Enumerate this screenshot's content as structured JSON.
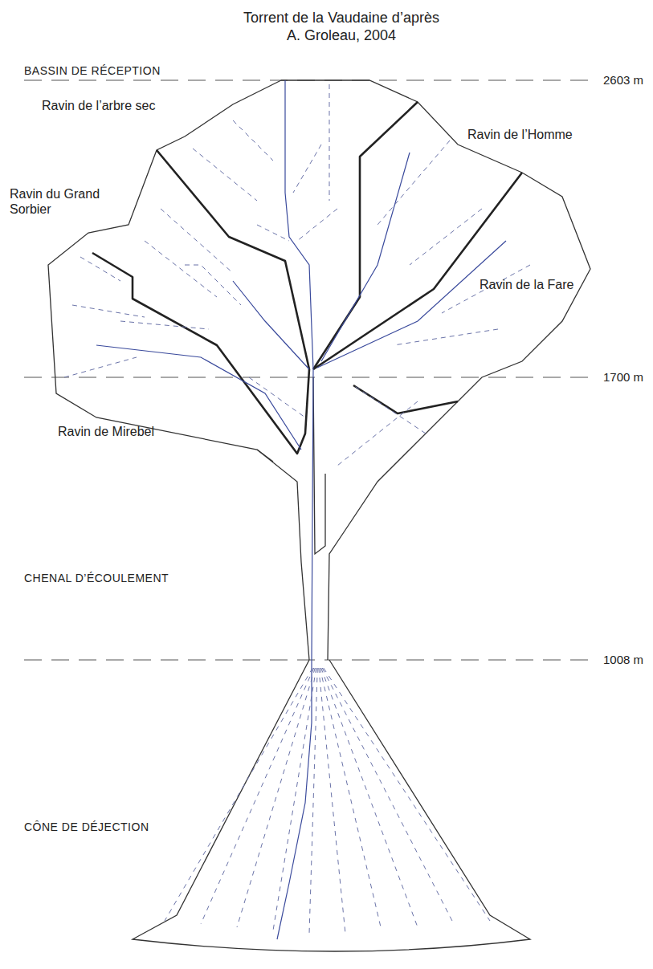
{
  "diagram": {
    "title": "Torrent de la Vaudaine d’après A. Groleau, 2004",
    "labels": [
      "BASSIN DE RÉCEPTION",
      "2603 m",
      "Ravin de l’arbre sec",
      "Ravin de l’Homme",
      "Ravin du Grand Sorbier",
      "Ravin de la Fare",
      "1700 m",
      "Ravin de Mirebel",
      "CHENAL D’ÉCOULEMENT",
      "1008 m",
      "CÔNE DE DÉJECTION"
    ]
  }
}
